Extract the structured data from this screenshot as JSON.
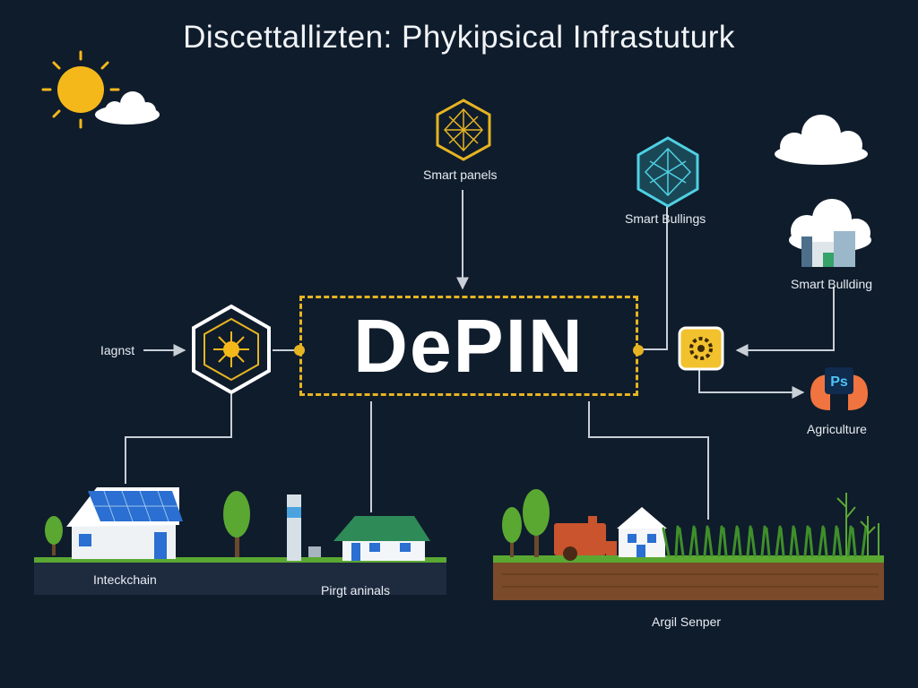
{
  "title": "Discettallizten: Phykipsical Infrastuturk",
  "center_label": "DePIN",
  "labels": {
    "smart_panels": "Smart panels",
    "smart_bullings": "Smart Bullings",
    "smart_bullding": "Smart Bullding",
    "iagnst": "Iagnst",
    "agriculture": "Agriculture",
    "intecckhain": "Inteckchain",
    "pirgt_aninals": "Pirgt aninals",
    "argil_senper": "Argil Senper"
  },
  "badge_text": "Ps",
  "icons": [
    "sun-icon",
    "cloud-icon",
    "network-node-icon",
    "building-icon",
    "gear-icon",
    "solar-house-icon",
    "farm-icon"
  ],
  "colors": {
    "background": "#0f1c2c",
    "accent_yellow": "#e6b422",
    "line": "#c9cfd6",
    "teal": "#4fd1e3",
    "grass": "#5aa832",
    "soil": "#7a4a2a"
  }
}
